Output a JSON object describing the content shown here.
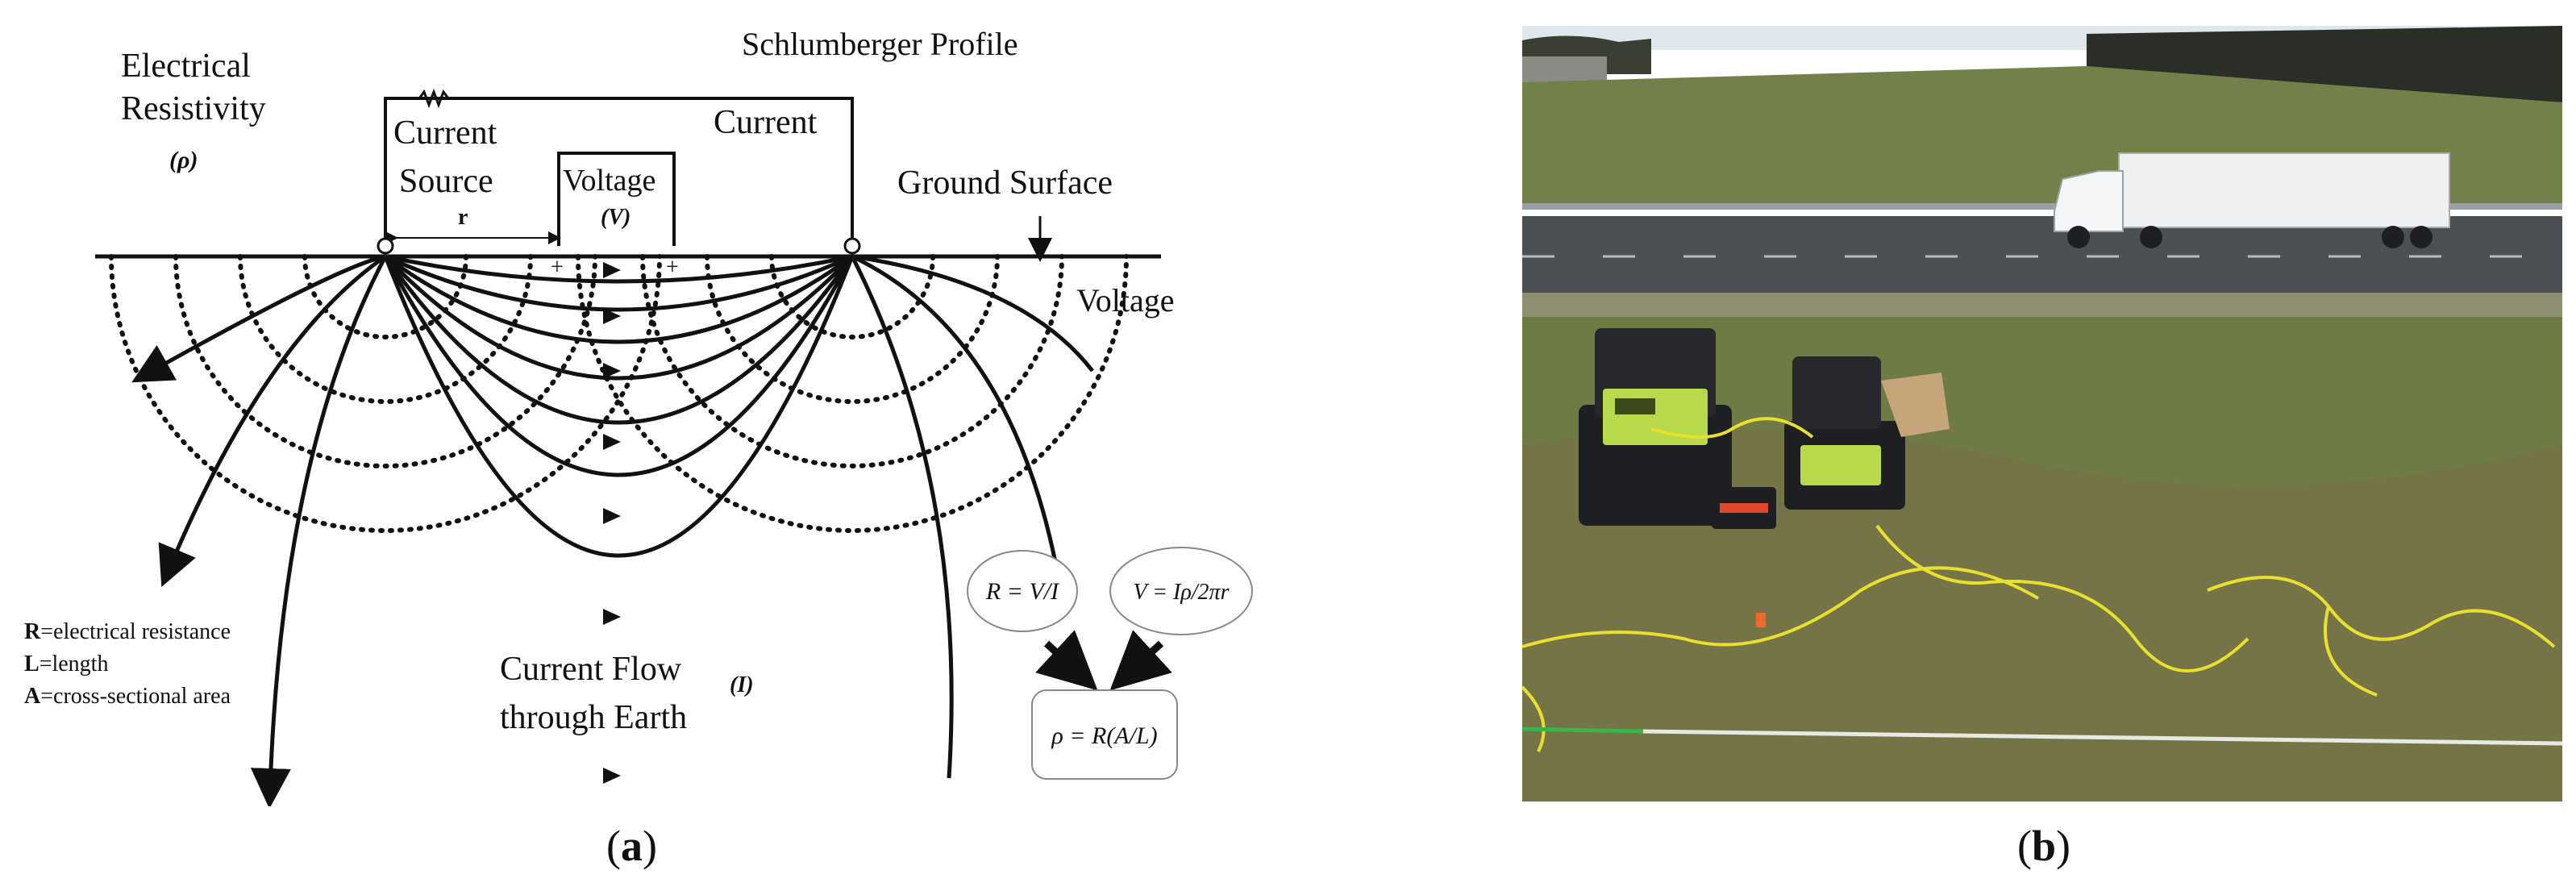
{
  "panel_a": {
    "title": "Schlumberger Profile",
    "resistivity_label": [
      "Electrical",
      "Resistivity"
    ],
    "rho_symbol": "(ρ)",
    "current_source": [
      "Current",
      "Source"
    ],
    "current_label": "Current",
    "voltage_label": "Voltage",
    "voltage_symbol": "(V)",
    "r_label": "r",
    "ground_surface": "Ground Surface",
    "voltage_side": "Voltage",
    "current_flow": [
      "Current Flow",
      "through Earth"
    ],
    "current_symbol": "(I)",
    "legend": [
      {
        "key": "R",
        "text": "=electrical resistance"
      },
      {
        "key": "L",
        "text": "=length"
      },
      {
        "key": "A",
        "text": "=cross-sectional area"
      }
    ],
    "formula_ohm": "R = V/I",
    "formula_voltage": "V = Iρ/2πr",
    "formula_resistivity": "ρ = R(A/L)",
    "caption_letter": "a"
  },
  "panel_b": {
    "caption_letter": "b"
  },
  "colors": {
    "sky": "#dfe6ec",
    "grass": "#6f7b45",
    "road": "#4c4f53",
    "equipment": "#b8d94a",
    "case": "#1e1f22",
    "cable": "#e8e030"
  }
}
